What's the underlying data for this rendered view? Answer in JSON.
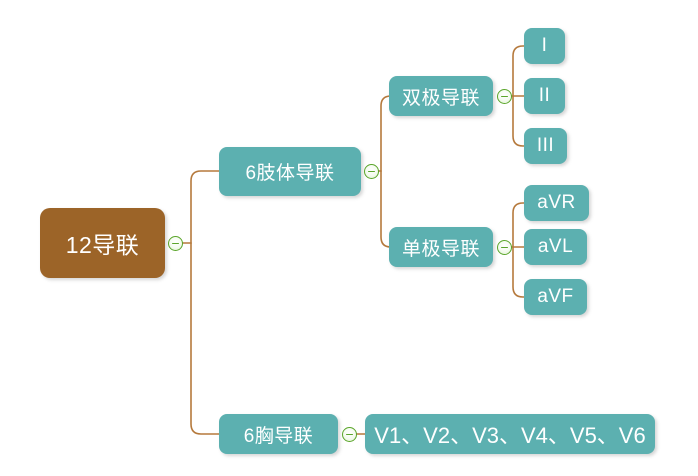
{
  "diagram": {
    "title_text": "12导联",
    "type": "mind-map",
    "background_color": "#ffffff",
    "root_color": "#9c6428",
    "branch_color": "#5cb0b0",
    "edge_color": "#b5793c",
    "toggle_color": "#5aa52a",
    "nodes": {
      "root": {
        "label": "12导联"
      },
      "limb_leads": {
        "label": "6肢体导联"
      },
      "chest_leads": {
        "label": "6胸导联"
      },
      "bipolar": {
        "label": "双极导联"
      },
      "unipolar": {
        "label": "单极导联"
      },
      "lead_1": {
        "label": "I"
      },
      "lead_2": {
        "label": "II"
      },
      "lead_3": {
        "label": "III"
      },
      "lead_avr": {
        "label": "aVR"
      },
      "lead_avl": {
        "label": "aVL"
      },
      "lead_avf": {
        "label": "aVF"
      },
      "chest_lead_list": {
        "label": "V1、V2、V3、V4、V5、V6"
      }
    }
  }
}
